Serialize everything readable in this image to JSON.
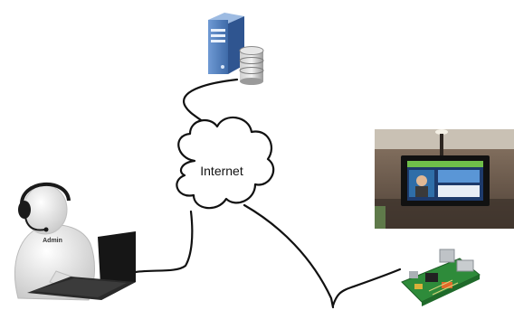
{
  "cloud": {
    "label": "Internet"
  },
  "user": {
    "shirt_label": "Admin"
  },
  "colors": {
    "line": "#111111",
    "server_blue": "#4a78b8",
    "server_dark": "#2f5590",
    "db_gray": "#a9a9a9",
    "board_green": "#2e8b3a",
    "room_wall": "#6e5a4a"
  },
  "icons": {
    "server": "server-icon",
    "database": "database-icon",
    "cloud": "cloud-icon",
    "user": "admin-user-icon",
    "laptop": "laptop-icon",
    "display": "digital-signage-photo",
    "board": "raspberry-pi-board"
  }
}
